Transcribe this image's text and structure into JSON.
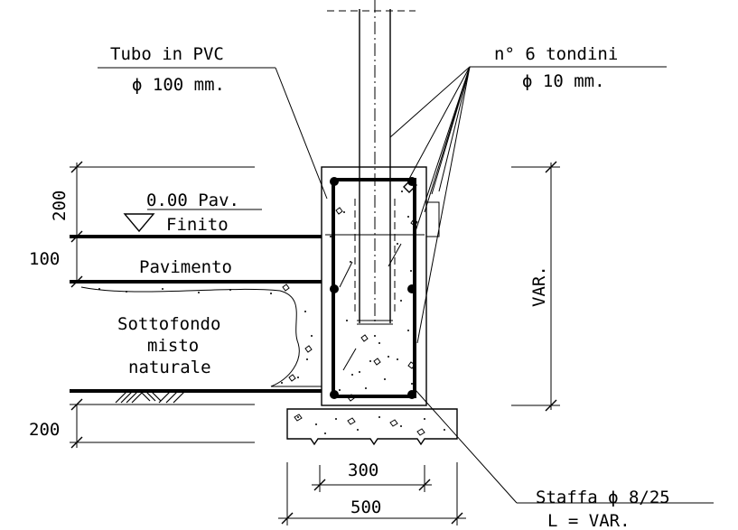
{
  "labels": {
    "tubo_line1": "Tubo in PVC",
    "tubo_line2": "ϕ 100 mm.",
    "tondini_line1": "n° 6 tondini",
    "tondini_line2": "ϕ  10 mm.",
    "pav_finito_line1": "0.00 Pav.",
    "pav_finito_line2": "Finito",
    "pavimento": "Pavimento",
    "sottofondo_line1": "Sottofondo",
    "sottofondo_line2": "misto",
    "sottofondo_line3": "naturale",
    "var_vertical": "VAR.",
    "staffa_line1": "Staffa ϕ 8/25",
    "staffa_line2": "L = VAR."
  },
  "dimensions": {
    "dim_200_top": "200",
    "dim_100": "100",
    "dim_200_bottom": "200",
    "dim_300": "300",
    "dim_500": "500"
  }
}
